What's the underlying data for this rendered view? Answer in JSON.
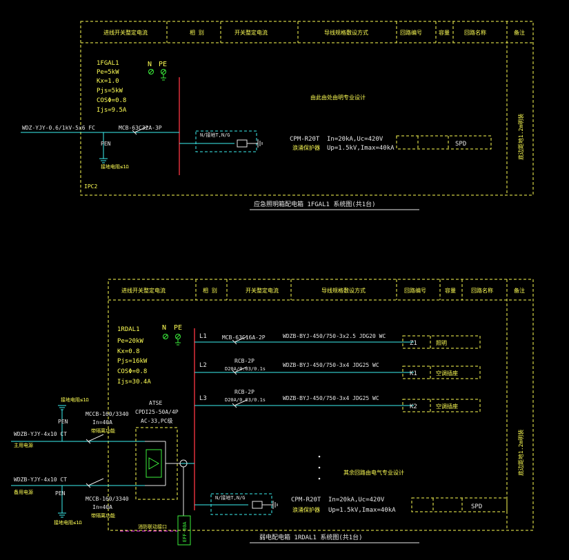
{
  "panel1": {
    "headers": [
      "进线开关整定电流",
      "相 别",
      "开关整定电流",
      "导线规格敷设方式",
      "回路编号",
      "容量",
      "回路名称",
      "备注"
    ],
    "params": [
      "1FGAL1",
      "Pe=5kW",
      "Kx=1.0",
      "Pjs=5kW",
      "COSΦ=0.8",
      "Ijs=9.5A"
    ],
    "n_label": "N",
    "pe_label": "PE",
    "incoming_cable": "WDZ-YJY-0.6/1kV-5x6 FC",
    "pen_label": "PEN",
    "ground_label": "接地电阻≤1Ω",
    "breaker": "MCB-63C32A-3P",
    "spd_device_label": "N/接地T,N/G",
    "spd_model": "CPM-R20T",
    "spd_type": "浪涌保护器",
    "spd_spec1": "In=20kA,Uc=420V",
    "spd_spec2": "Up=1.5kV,Imax=40kA",
    "spd_box": "SPD",
    "note_center": "由此由处由明专业设计",
    "ipc": "IPC2",
    "remark": "底边距地1.2m明装",
    "caption": "应急照明箱配电箱 1FGAL1 系统图(共1台)"
  },
  "panel2": {
    "headers": [
      "进线开关整定电流",
      "相 别",
      "开关整定电流",
      "导线规格敷设方式",
      "回路编号",
      "容量",
      "回路名称",
      "备注"
    ],
    "params": [
      "1RDAL1",
      "Pe=20kW",
      "Kx=0.8",
      "Pjs=16kW",
      "COSΦ=0.8",
      "Ijs=30.4A"
    ],
    "n_label": "N",
    "pe_label": "PE",
    "circuits": [
      {
        "phase": "L1",
        "breaker1": "MCB-63C16A-2P",
        "breaker2": "",
        "cable": "WDZB-BYJ-450/750-3x2.5 JDG20 WC",
        "num": "Z1",
        "name": "照明"
      },
      {
        "phase": "L2",
        "breaker1": "RCB-2P",
        "breaker2": "D20A/0.03/0.1s",
        "cable": "WDZB-BYJ-450/750-3x4 JDG25 WC",
        "num": "K1",
        "name": "空调插座"
      },
      {
        "phase": "L3",
        "breaker1": "RCB-2P",
        "breaker2": "D20A/0.03/0.1s",
        "cable": "WDZB-BYJ-450/750-3x4 JDG25 WC",
        "num": "K2",
        "name": "空调插座"
      }
    ],
    "ground_top": "接地电阻≤1Ω",
    "pen_top": "PEN",
    "mccb1": [
      "MCCB-160/3340",
      "In=40A",
      "带隔离功能"
    ],
    "cable1": "WDZB-YJY-4x10 CT",
    "supply1": "主用电源",
    "cable2": "WDZB-YJY-4x10 CT",
    "supply2": "备用电源",
    "pen_bottom": "PEN",
    "ground_bottom": "接地电阻≤1Ω",
    "mccb2": [
      "MCCB-160/3340",
      "In=40A",
      "带隔离功能"
    ],
    "atse": [
      "ATSE",
      "CPDI25-50A/4P",
      "AC-33,PC级"
    ],
    "fire_label": "消防联动接口",
    "effa": "EFF-80A",
    "spd_device_label": "N/接地T,N/G",
    "spd_model": "CPM-R20T",
    "spd_type": "浪涌保护器",
    "spd_spec1": "In=20kA,Uc=420V",
    "spd_spec2": "Up=1.5kV,Imax=40kA",
    "spd_box": "SPD",
    "note_center": "其余回路由电气专业设计",
    "remark": "底边距地1.2m明装",
    "caption": "弱电配电箱 1RDAL1 系统图(共1台)"
  }
}
